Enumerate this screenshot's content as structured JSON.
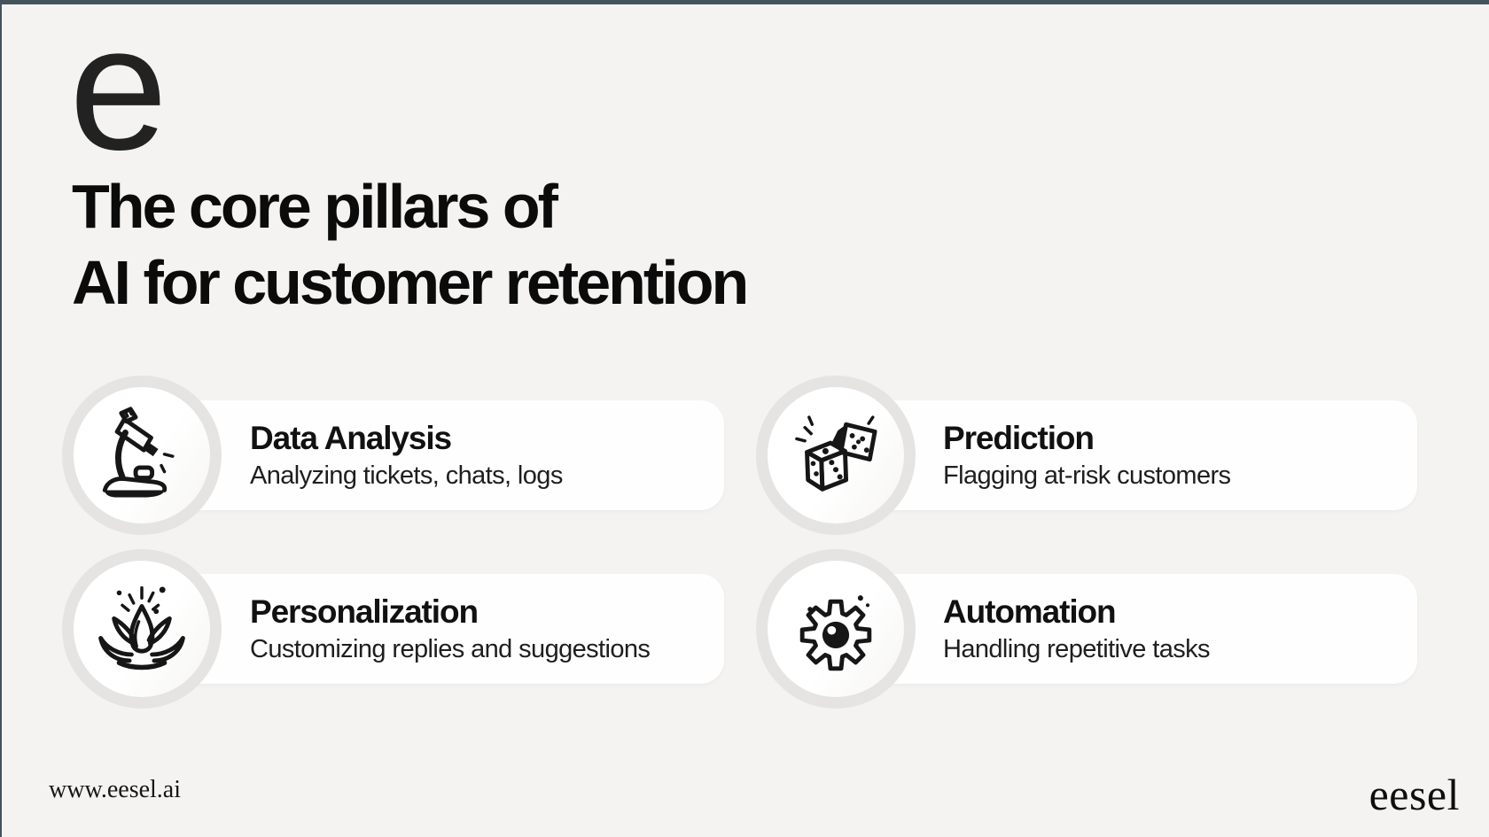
{
  "page": {
    "background_color": "#f4f3f1",
    "frame_color": "#44525b",
    "card_color": "#fefefe",
    "badge_ring_color": "#e5e4e2",
    "ink_color": "#111111"
  },
  "brand": {
    "logo_letter": "e",
    "website": "www.eesel.ai",
    "wordmark": "eesel"
  },
  "title": {
    "line1": "The core pillars of",
    "line2": "AI for customer retention"
  },
  "cards": [
    {
      "title": "Data Analysis",
      "subtitle": "Analyzing tickets, chats, logs",
      "icon": "microscope-icon"
    },
    {
      "title": "Prediction",
      "subtitle": "Flagging at-risk customers",
      "icon": "dice-icon"
    },
    {
      "title": "Personalization",
      "subtitle": "Customizing replies and suggestions",
      "icon": "lotus-icon"
    },
    {
      "title": "Automation",
      "subtitle": "Handling repetitive tasks",
      "icon": "gear-icon"
    }
  ]
}
